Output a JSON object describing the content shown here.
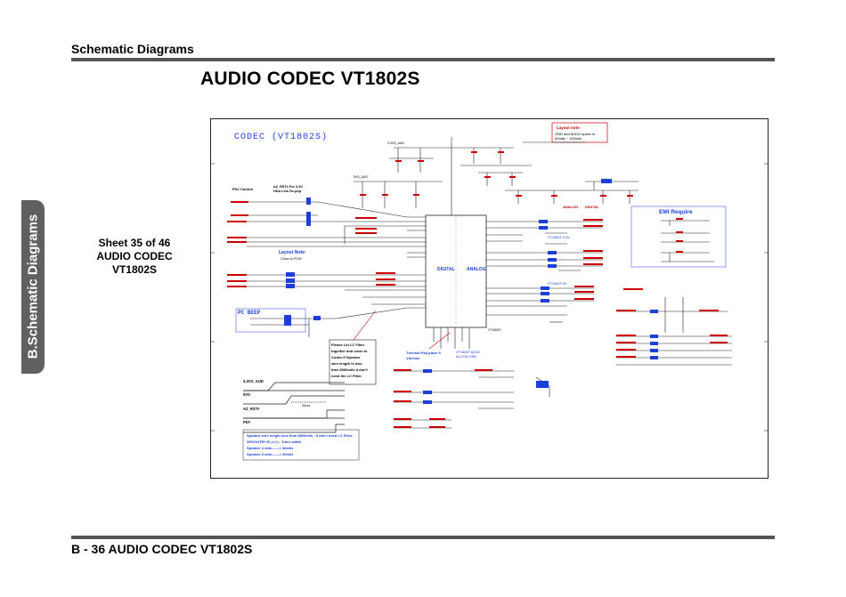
{
  "header": {
    "title": "Schematic  Diagrams"
  },
  "page_title": "AUDIO CODEC VT1802S",
  "side_tab": {
    "label": "B.Schematic Diagrams"
  },
  "sheet_info": {
    "line1": "Sheet 35 of 46",
    "line2": "AUDIO CODEC",
    "line3": "VT1802S"
  },
  "footer": {
    "label": "B - 36   AUDIO CODEC VT1802S"
  },
  "schematic": {
    "codec_title": "CODEC (VT1802S)",
    "layout_note_title": "Layout note:",
    "layout_note_line1": "GND and AUDG space is",
    "layout_note_line2": "60mils ~ 100mils",
    "emi_require": "EMI Require",
    "pc_beep": "PC BEEP",
    "layout_note2": "Layout Note:",
    "close_to_pcm": "Close to PCM",
    "digital": "DIGITAL",
    "analog": "ANALOG",
    "analog2": "ANALOG",
    "digital2": "DIGITAL",
    "pd_control": "PD# Control",
    "az_rst_line1": "AZ_RST# For 3.3V",
    "az_rst_line2": "HDA Link De-pop",
    "hp_note_line1": "Please Let LC Filter",
    "hp_note_line2": "together and close to",
    "hp_note_line3": "Codec.If Speaker",
    "hp_note_line4": "wire length is less",
    "hp_note_line5": "then 8000mils it don't",
    "hp_note_line6": "need the LC Filter.",
    "thermal_line1": "Thermal Pad place 9",
    "thermal_line2": "Via hole.",
    "timing_3v3": "3.3VS_AUD",
    "timing_5v": "5VS",
    "timing_rst": "AZ_RST#",
    "timing_pd": "PD#",
    "timing_20ms": "20ms",
    "speaker_line1": "Speaker wire length less than 8000mils , it don't need LC Filter.",
    "speaker_line2": "SPKOUTR+,R-,L+,L- Trace width",
    "speaker_line3": "Speaker 4 ohm------> 40mils",
    "speaker_line4": "Speaker 8 ohm------> 20mils",
    "vt_note1": "VT1802S  3.3V",
    "vt_note2": "VT1802S  5V",
    "vt_note3": "VT1802P  AVDD",
    "vt_note4": "ALC269  GND",
    "ic_label": "VT1802S",
    "net_3v3": "3.3VS_AUD",
    "net_5v": "5VS_AUD"
  }
}
